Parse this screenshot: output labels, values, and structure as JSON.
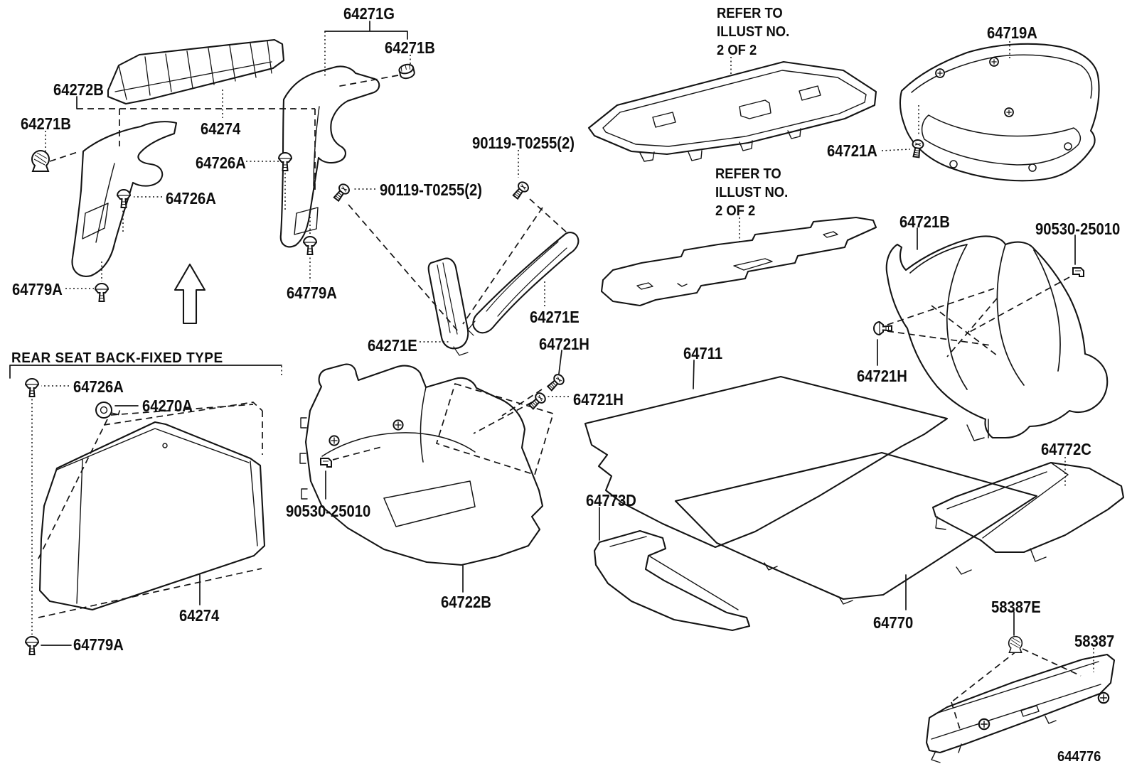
{
  "diagram": {
    "figure_number": "644776",
    "section_title": "REAR SEAT BACK-FIXED TYPE",
    "refer_note": "REFER TO\nILLUST NO.\n2 OF 2",
    "colors": {
      "ink": "#111111",
      "background": "#ffffff"
    },
    "part_labels": {
      "p64271g": "64271G",
      "p64271b_top": "64271B",
      "p64272b": "64272B",
      "p64271b_left": "64271B",
      "p64274_top": "64274",
      "p64726a_right": "64726A",
      "p64726a_left": "64726A",
      "p90119_right": "90119-T0255(2)",
      "p90119_left": "90119-T0255(2)",
      "p64779a_left": "64779A",
      "p64779a_right": "64779A",
      "p64726a_seat": "64726A",
      "p64270a": "64270A",
      "p64274_seat": "64274",
      "p64779a_bottom": "64779A",
      "p64719a": "64719A",
      "p64721a": "64721A",
      "p64721b": "64721B",
      "p90530_right": "90530-25010",
      "p64721h_right": "64721H",
      "p64711": "64711",
      "p64271e_right": "64271E",
      "p64271e_left": "64271E",
      "p64721h_top": "64721H",
      "p64721h_mid": "64721H",
      "p90530_left": "90530-25010",
      "p64722b": "64722B",
      "p64773d": "64773D",
      "p64772c": "64772C",
      "p64770": "64770",
      "p58387e": "58387E",
      "p58387": "58387"
    }
  }
}
